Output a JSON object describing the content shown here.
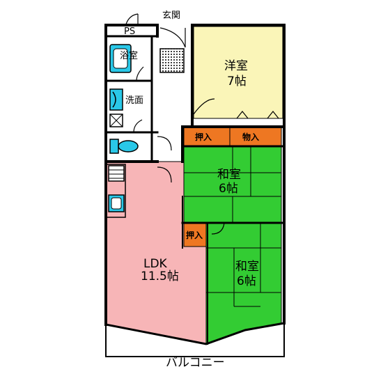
{
  "entrance": {
    "label": "玄関"
  },
  "ps": {
    "label": "PS"
  },
  "bath": {
    "label": "浴室"
  },
  "washroom": {
    "label": "洗面"
  },
  "western_room": {
    "name": "洋室",
    "size": "7帖"
  },
  "oshiire_top": {
    "label": "押入"
  },
  "monoire": {
    "label": "物入"
  },
  "japanese_room_1": {
    "name": "和室",
    "size": "6帖"
  },
  "oshiire_mid": {
    "label": "押入"
  },
  "japanese_room_2": {
    "name": "和室",
    "size": "6帖"
  },
  "ldk": {
    "name": "LDK",
    "size": "11.5帖"
  },
  "balcony": {
    "label": "バルコニー"
  },
  "colors": {
    "western": "#FAF5B8",
    "tatami": "#33CC33",
    "ldk": "#F7B5B7",
    "closet": "#EE7722",
    "fixture": "#2AC8E8",
    "wall": "#000000"
  }
}
